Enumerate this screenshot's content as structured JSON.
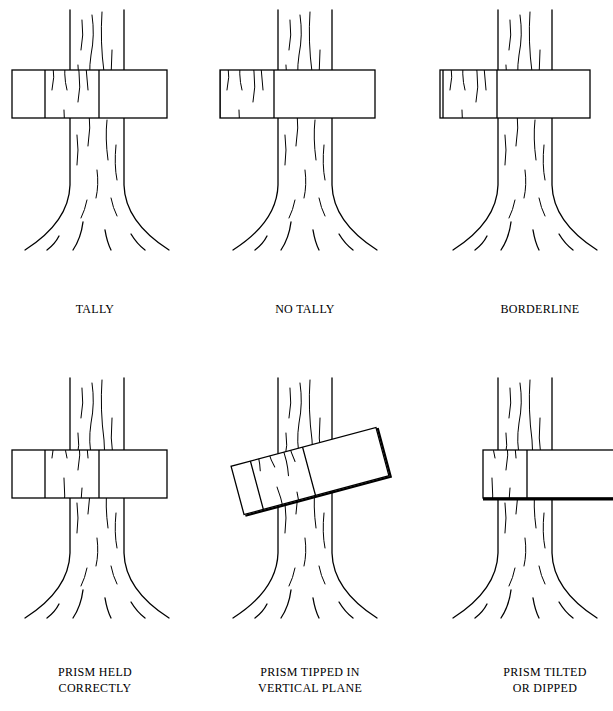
{
  "diagram": {
    "labels": [
      "TALLY",
      "NO TALLY",
      "BORDERLINE",
      "PRISM HELD CORRECTLY",
      "PRISM TIPPED IN VERTICAL PLANE",
      "PRISM TILTED OR DIPPED"
    ]
  }
}
